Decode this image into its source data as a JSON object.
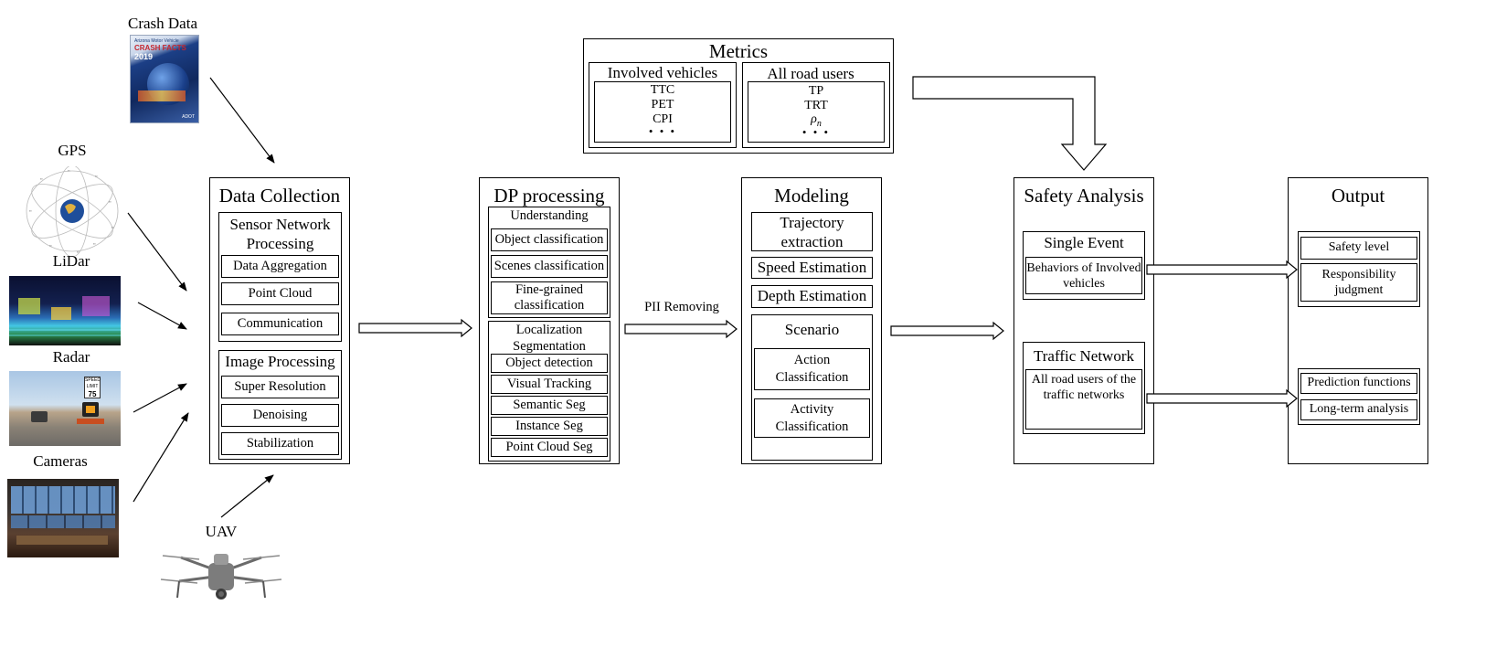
{
  "sources": {
    "crash": {
      "label": "Crash Data",
      "cover_header": "Arizona Motor Vehicle",
      "cover_title": "CRASH FACTS",
      "cover_year": "2019",
      "cover_footer": "ADOT"
    },
    "gps": {
      "label": "GPS"
    },
    "lidar": {
      "label": "LiDar"
    },
    "radar": {
      "label": "Radar",
      "sign_top": "SPEED LIMIT",
      "sign_value": "75"
    },
    "cameras": {
      "label": "Cameras"
    },
    "uav": {
      "label": "UAV"
    }
  },
  "metrics": {
    "title": "Metrics",
    "involved": {
      "title": "Involved vehicles",
      "items": [
        "TTC",
        "PET",
        "CPI",
        "• • •"
      ]
    },
    "all_users": {
      "title": "All road users",
      "items": [
        "TP",
        "TRT",
        "ρ",
        "n",
        "• • •"
      ]
    }
  },
  "data_collection": {
    "title": "Data Collection",
    "sensor": {
      "title": "Sensor Network Processing",
      "items": [
        "Data Aggregation",
        "Point Cloud",
        "Communication"
      ]
    },
    "image": {
      "title": "Image Processing",
      "items": [
        "Super Resolution",
        "Denoising",
        "Stabilization"
      ]
    }
  },
  "dp": {
    "title": "DP processing",
    "understanding": {
      "title": "Understanding",
      "items": [
        "Object classification",
        "Scenes classification",
        "Fine-grained classification"
      ]
    },
    "localization": {
      "title": "Localization Segmentation",
      "items": [
        "Object detection",
        "Visual Tracking",
        "Semantic Seg",
        "Instance Seg",
        "Point Cloud Seg"
      ]
    }
  },
  "pii_label": "PII Removing",
  "modeling": {
    "title": "Modeling",
    "items": [
      "Trajectory extraction",
      "Speed Estimation",
      "Depth Estimation"
    ],
    "scenario": {
      "title": "Scenario",
      "items": [
        "Action Classification",
        "Activity Classification"
      ]
    }
  },
  "safety": {
    "title": "Safety Analysis",
    "single": {
      "title": "Single Event",
      "item": "Behaviors of Involved vehicles"
    },
    "network": {
      "title": "Traffic Network",
      "item": "All road users of the traffic networks"
    }
  },
  "output": {
    "title": "Output",
    "top_items": [
      "Safety level",
      "Responsibility judgment"
    ],
    "bottom_items": [
      "Prediction functions",
      "Long-term analysis"
    ]
  }
}
